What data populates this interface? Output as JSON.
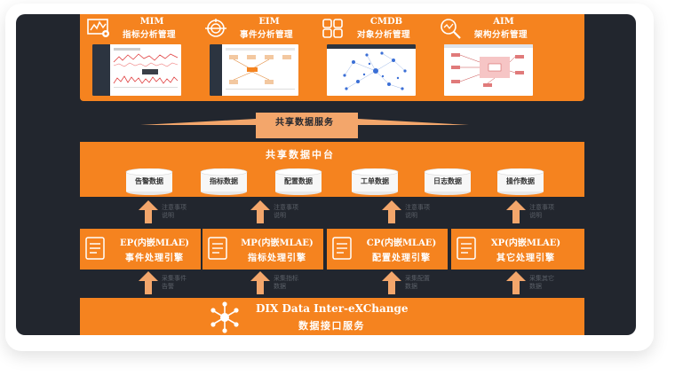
{
  "top_tools": [
    {
      "code": "MIM",
      "name": "指标分析管理",
      "icon": "chart-monitor-icon"
    },
    {
      "code": "EIM",
      "name": "事件分析管理",
      "icon": "event-target-icon"
    },
    {
      "code": "CMDB",
      "name": "对象分析管理",
      "icon": "object-grid-icon"
    },
    {
      "code": "AIM",
      "name": "架构分析管理",
      "icon": "architecture-search-icon"
    }
  ],
  "shared_service": {
    "label": "共享数据服务"
  },
  "platform": {
    "title": "共享数据中台",
    "databases": [
      "告警数据",
      "指标数据",
      "配置数据",
      "工单数据",
      "日志数据",
      "操作数据"
    ]
  },
  "upper_notes": [
    [
      "注意事项",
      "说明"
    ],
    [
      "注意事项",
      "说明"
    ],
    [
      "注意事项",
      "说明"
    ],
    [
      "注意事项",
      "说明"
    ]
  ],
  "engines": [
    {
      "code": "EP(内嵌MLAE)",
      "name": "事件处理引擎"
    },
    {
      "code": "MP(内嵌MLAE)",
      "name": "指标处理引擎"
    },
    {
      "code": "CP(内嵌MLAE)",
      "name": "配置处理引擎"
    },
    {
      "code": "XP(内嵌MLAE)",
      "name": "其它处理引擎"
    }
  ],
  "lower_notes": [
    [
      "采集事件",
      "告警"
    ],
    [
      "采集指标",
      "数据"
    ],
    [
      "采集配置",
      "数据"
    ],
    [
      "采集其它",
      "数据"
    ]
  ],
  "exchange": {
    "title": "DIX Data Inter-eXChange",
    "subtitle": "数据接口服务",
    "icon": "network-hub-icon"
  },
  "colors": {
    "accent": "#f5831f",
    "background": "#22262e",
    "light": "#f3a66b"
  }
}
